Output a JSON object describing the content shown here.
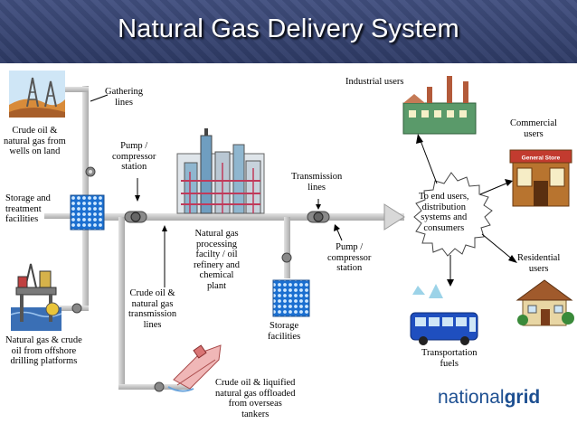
{
  "title": "Natural Gas Delivery System",
  "brand": {
    "light": "national",
    "bold": "grid"
  },
  "labels": {
    "gathering_lines": "Gathering\nlines",
    "crude_wells": "Crude oil &\nnatural gas from\nwells on land",
    "pump_station_1": "Pump /\ncompressor\nstation",
    "storage_treatment": "Storage and\ntreatment\nfacilities",
    "processing": "Natural gas\nprocessing\nfacilty / oil\nrefinery and\nchemical\nplant",
    "crude_transmission": "Crude oil &\nnatural gas\ntransmission\nlines",
    "offshore": "Natural gas & crude\noil from offshore\ndrilling platforms",
    "transmission_lines": "Transmission\nlines",
    "pump_station_2": "Pump /\ncompressor\nstation",
    "storage_facilities": "Storage\nfacilities",
    "tankers": "Crude oil & liquified\nnatural gas offloaded\nfrom overseas\ntankers",
    "end_users": "To end users,\ndistribution\nsystems and\nconsumers",
    "industrial": "Industrial users",
    "commercial": "Commercial\nusers",
    "residential": "Residential\nusers",
    "transportation": "Transportation\nfuels",
    "store_sign": "General Store"
  }
}
